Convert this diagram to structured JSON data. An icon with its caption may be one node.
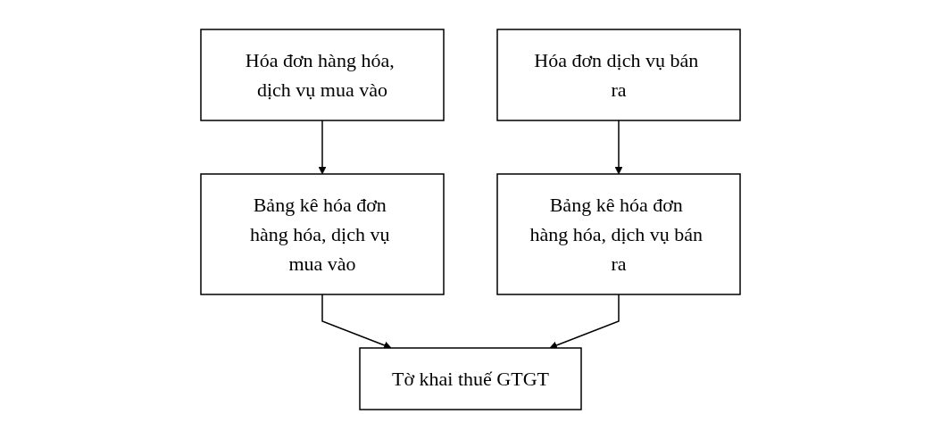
{
  "diagram": {
    "nodes": [
      {
        "text": [
          "Hóa đơn hàng hóa, dịch vụ mua vào"
        ]
      },
      {
        "text": [
          "Hóa đơn dịch vụ bán ra"
        ]
      },
      {
        "text": [
          "Bảng kê hóa đơn hàng hóa, dịch vụ mua vào"
        ]
      },
      {
        "text": [
          "Tờ khai thuế GTGT"
        ]
      },
      {
        "text": [
          "Bảng kê hóa đơn hàng hóa, dịch vụ bán ra"
        ]
      }
    ],
    "edges": [
      {
        "from": 0,
        "to": 2,
        "arrow": "to"
      },
      {
        "from": 1,
        "to": 4,
        "arrow": "to"
      },
      {
        "from": 2,
        "to": 3,
        "arrow": "to"
      },
      {
        "from": 4,
        "to": 3,
        "arrow": "to"
      }
    ]
  }
}
